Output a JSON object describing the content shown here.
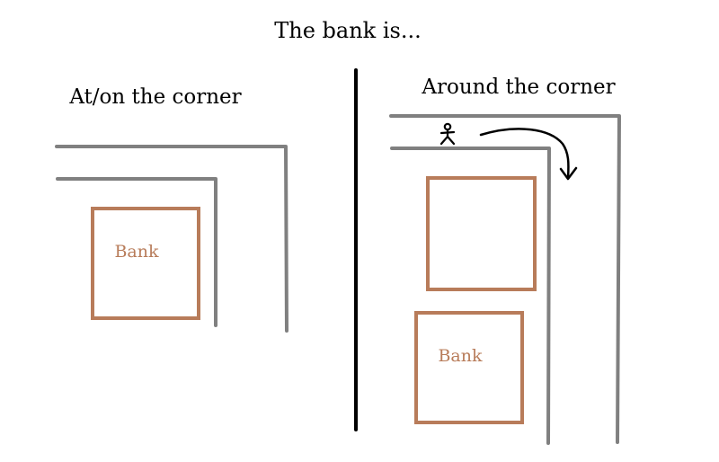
{
  "title": "The bank is...",
  "left_panel": {
    "heading": "At/on the corner",
    "bank_label": "Bank"
  },
  "right_panel": {
    "heading": "Around the corner",
    "bank_label": "Bank"
  },
  "colors": {
    "road": "#808080",
    "bank": "#b87c5a",
    "divider": "#000000",
    "text": "#000000",
    "arrow": "#000000"
  },
  "icons": {
    "person": "stick-figure-icon",
    "arrow": "curved-arrow-icon"
  }
}
